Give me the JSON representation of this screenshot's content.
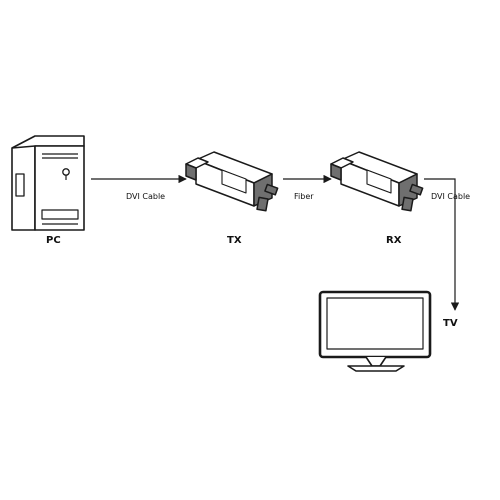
{
  "nodes": {
    "pc": {
      "label": "PC",
      "icon": "desktop-tower-icon"
    },
    "tx": {
      "label": "TX",
      "icon": "dvi-fiber-transmitter-icon"
    },
    "rx": {
      "label": "RX",
      "icon": "dvi-fiber-receiver-icon"
    },
    "tv": {
      "label": "TV",
      "icon": "monitor-icon"
    }
  },
  "links": {
    "pc_tx": {
      "label": "DVI Cable"
    },
    "tx_rx": {
      "label": "Fiber"
    },
    "rx_tv": {
      "label": "DVI Cable"
    }
  },
  "colors": {
    "stroke": "#1a1a1a",
    "device_fill": "#6f6f6f",
    "background": "#ffffff"
  }
}
